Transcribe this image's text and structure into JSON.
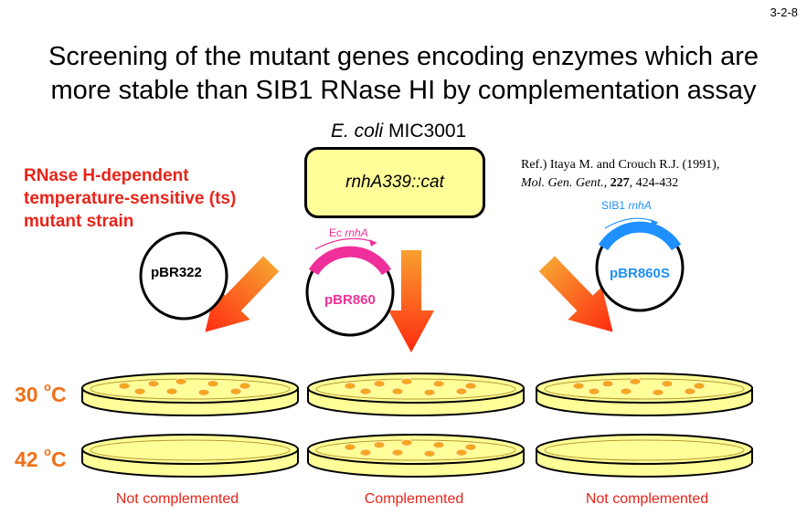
{
  "slide_number": "3-2-8",
  "title_line1": "Screening of the mutant genes encoding enzymes which are",
  "title_line2": "more stable than SIB1 RNase HI by complementation assay",
  "strain": {
    "species": "E. coli",
    "name": "MIC3001",
    "genotype": "rnhA339::cat"
  },
  "ts_label": [
    "RNase H-dependent",
    "temperature-sensitive (ts)",
    "mutant strain"
  ],
  "reference": {
    "line1": "Ref.) Itaya M. and Crouch R.J.  (1991),",
    "journal": "Mol. Gen. Gent.",
    "volume": "227",
    "pages": ", 424-432"
  },
  "plasmids": [
    {
      "name": "pBR322",
      "color": "#000000",
      "insert": null
    },
    {
      "name": "pBR860",
      "color": "#f0309a",
      "insert": {
        "species": "Ec ",
        "gene": "rnhA"
      }
    },
    {
      "name": "pBR860S",
      "color": "#1e90ff",
      "insert": {
        "species": "SIB1 ",
        "gene": "rnhA"
      }
    }
  ],
  "temperatures": [
    "30 ",
    "42 "
  ],
  "temperature_unit": "C",
  "degree_symbol": "o",
  "colony_counts": {
    "pBR322": [
      9,
      0
    ],
    "pBR860": [
      9,
      9
    ],
    "pBR860S": [
      9,
      0
    ]
  },
  "results": [
    "Not complemented",
    "Complemented",
    "Not complemented"
  ],
  "colors": {
    "red_text": "#e8241a",
    "orange": "#f07018",
    "plate_fill": "#ffff99",
    "colony": "#f5a623"
  }
}
